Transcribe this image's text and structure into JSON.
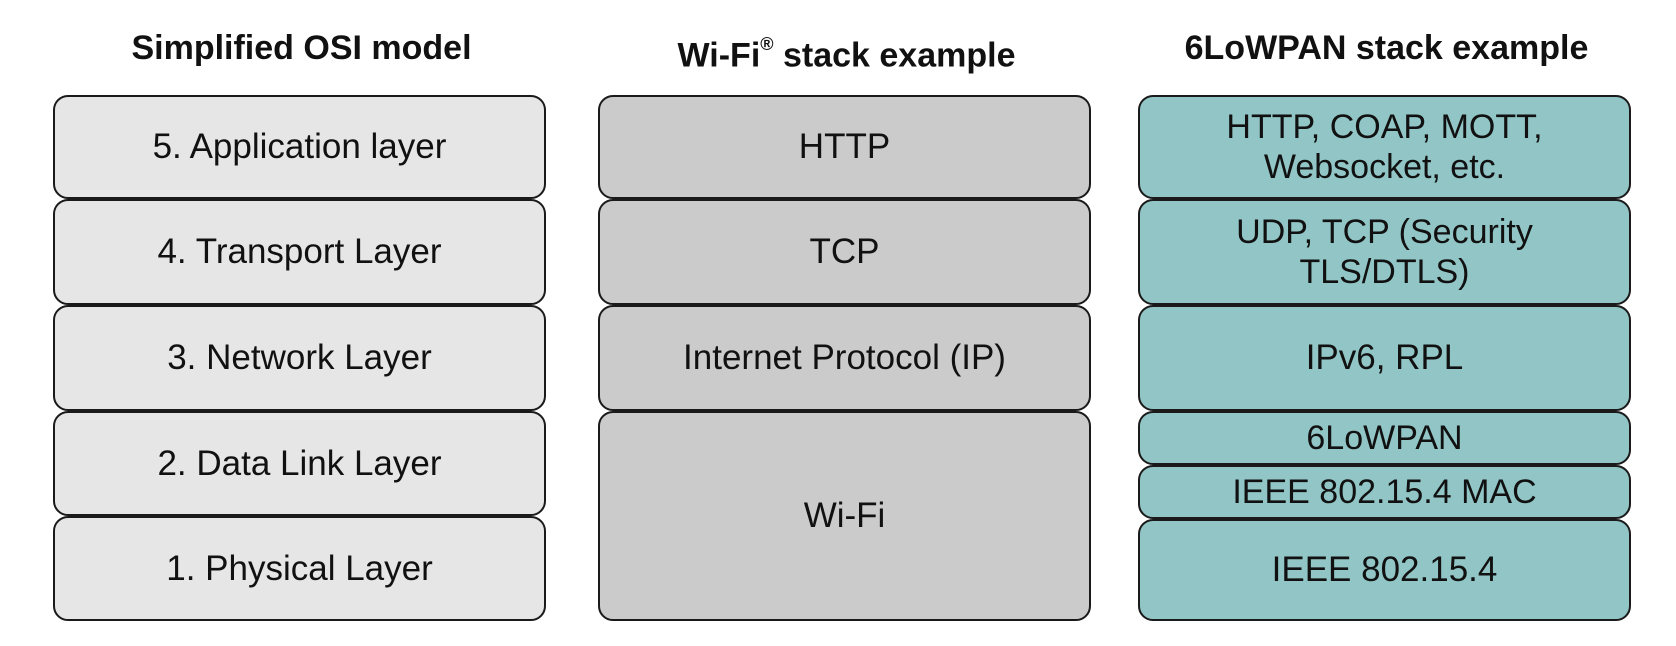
{
  "diagram": {
    "columns": [
      {
        "title": "Simplified OSI model",
        "layers": [
          "5. Application layer",
          "4. Transport Layer",
          "3. Network Layer",
          "2. Data Link Layer",
          "1. Physical Layer"
        ]
      },
      {
        "title": "Wi-Fi",
        "title_sup": "®",
        "title_rest": " stack example",
        "layers": [
          "HTTP",
          "TCP",
          "Internet Protocol (IP)",
          "Wi-Fi"
        ]
      },
      {
        "title": "6LoWPAN stack example",
        "layers": [
          {
            "line1": "HTTP, COAP, MOTT,",
            "line2": "Websocket, etc."
          },
          {
            "line1": "UDP, TCP (Security",
            "line2": "TLS/DTLS)"
          },
          "IPv6, RPL",
          "6LoWPAN",
          "IEEE 802.15.4 MAC",
          "IEEE 802.15.4"
        ]
      }
    ],
    "colors": {
      "osi_fill": "#e6e6e6",
      "wifi_fill": "#cbcbcb",
      "lowpan_fill": "#91c5c6",
      "border": "#1a1a1a"
    }
  }
}
